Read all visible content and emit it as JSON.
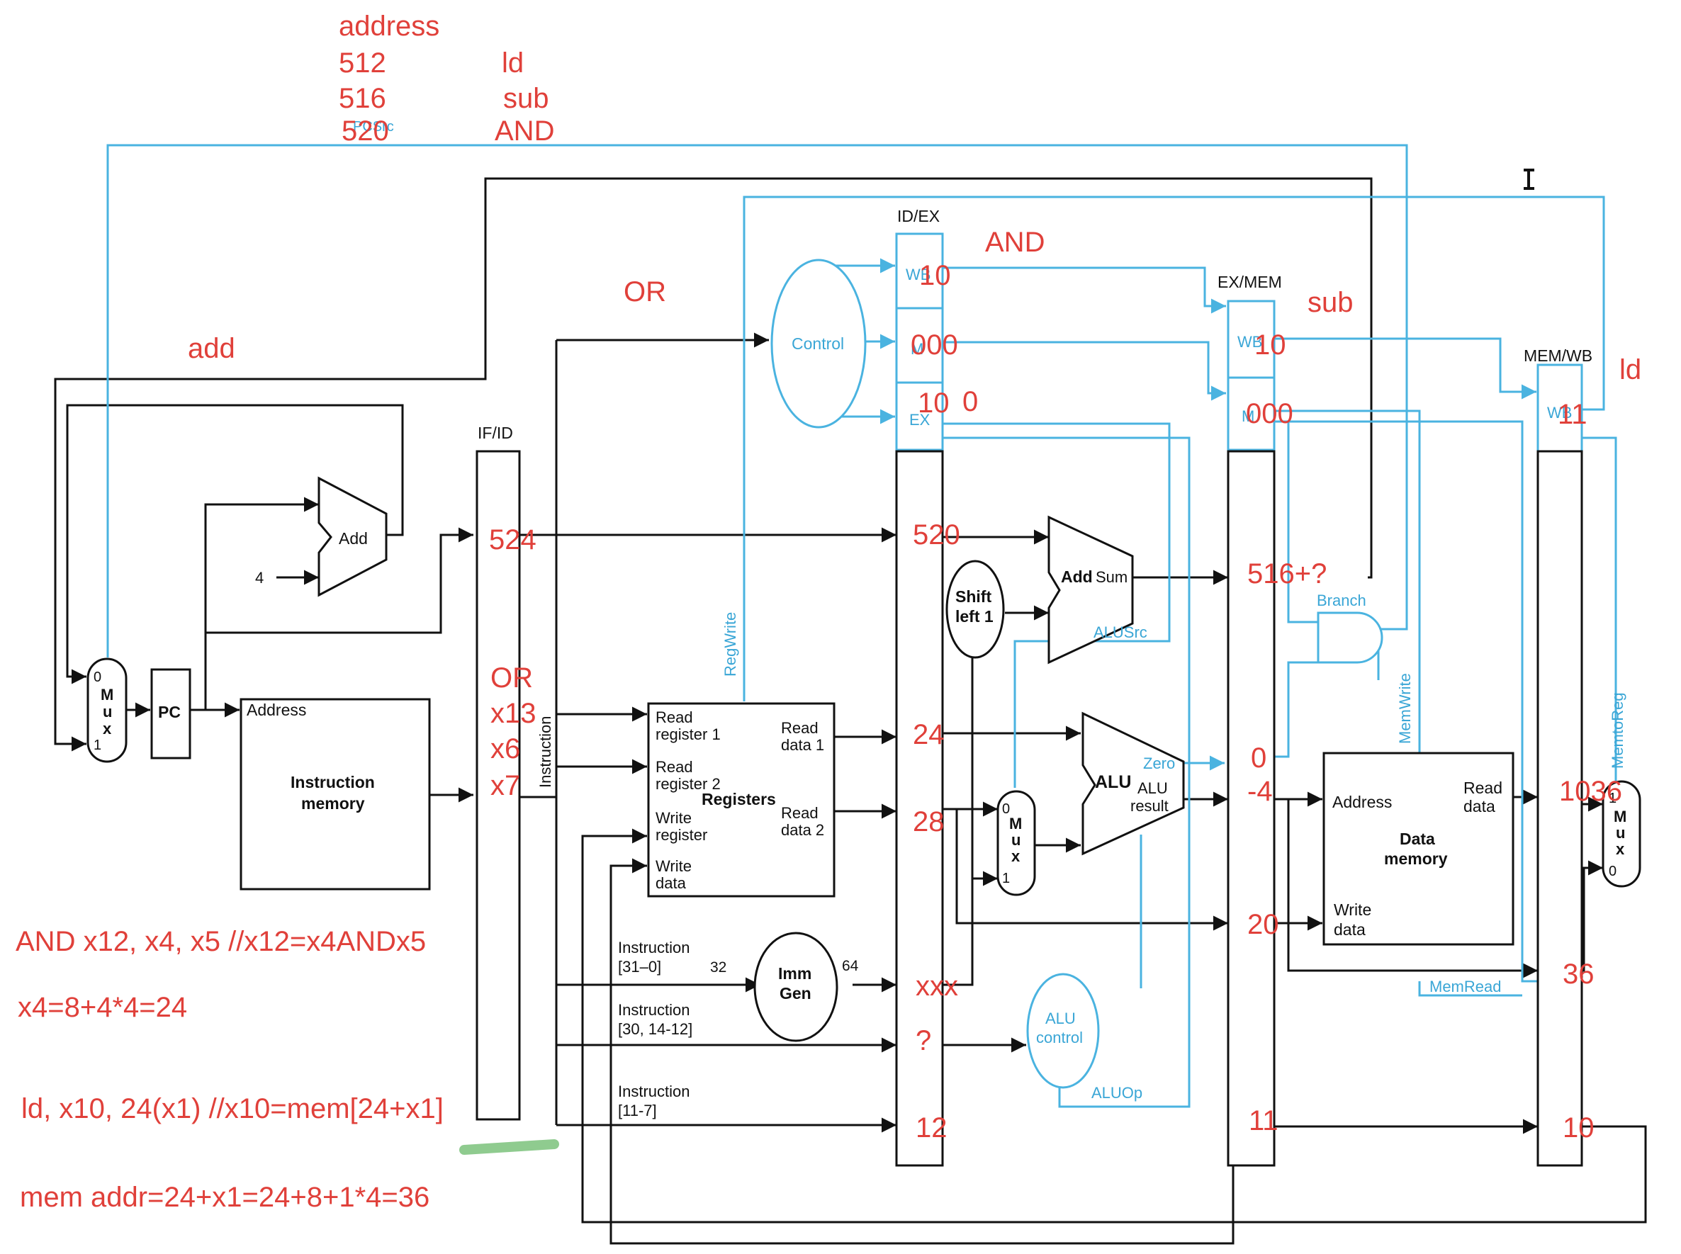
{
  "colors": {
    "wire": "#111111",
    "control": "#4ab3e0",
    "annotation": "#e0403a",
    "highlight": "#8fcb8f"
  },
  "icons": {
    "cursor": "text-cursor-icon"
  },
  "annotations": {
    "address_header": "address",
    "addr_512": "512",
    "addr_516": "516",
    "addr_520": "520",
    "instr_ld": "ld",
    "instr_sub": "sub",
    "instr_and": "AND",
    "stage_add": "add",
    "stage_or": "OR",
    "stage_and": "AND",
    "stage_sub": "sub",
    "stage_ld": "ld",
    "ifid_pc": "524",
    "ifid_or": "OR",
    "ifid_x13": "x13",
    "ifid_x6": "x6",
    "ifid_x7": "x7",
    "idex_wb": "10",
    "idex_m": "000",
    "idex_ex_a": "10",
    "idex_ex_b": "0",
    "idex_pc": "520",
    "idex_rd1": "24",
    "idex_rd2": "28",
    "idex_imm": "xxx",
    "idex_func": "?",
    "idex_rd": "12",
    "exmem_wb": "10",
    "exmem_m": "000",
    "exmem_sum": "516+?",
    "exmem_zero": "0",
    "exmem_result": "-4",
    "exmem_wd": "20",
    "exmem_rd": "11",
    "memwb_wb": "11",
    "memwb_read": "1036",
    "memwb_alu": "36",
    "memwb_rd": "10",
    "note_and": "AND x12, x4, x5 //x12=x4ANDx5",
    "note_x4": "x4=8+4*4=24",
    "note_ld": "ld, x10, 24(x1)  //x10=mem[24+x1]",
    "note_mem": "mem addr=24+x1=24+8+1*4=36"
  },
  "labels": {
    "pcsrc": "PCSrc",
    "if_id": "IF/ID",
    "id_ex": "ID/EX",
    "ex_mem": "EX/MEM",
    "mem_wb": "MEM/WB",
    "add": "Add",
    "four": "4",
    "pc": "PC",
    "mux_0": "0",
    "mux_1": "1",
    "mux_m": "M",
    "mux_u": "u",
    "mux_x": "x",
    "address": "Address",
    "instr_mem_1": "Instruction",
    "instr_mem_2": "memory",
    "instruction": "Instruction",
    "control": "Control",
    "wb": "WB",
    "m": "M",
    "ex": "EX",
    "regwrite": "RegWrite",
    "read_reg1_a": "Read",
    "read_reg1_b": "register 1",
    "read_reg2_a": "Read",
    "read_reg2_b": "register 2",
    "write_reg_a": "Write",
    "write_reg_b": "register",
    "write_data_a": "Write",
    "write_data_b": "data",
    "read_data1_a": "Read",
    "read_data1_b": "data 1",
    "read_data2_a": "Read",
    "read_data2_b": "data 2",
    "registers": "Registers",
    "shift_a": "Shift",
    "shift_b": "left 1",
    "add_sum_add": "Add",
    "add_sum_sum": "Sum",
    "alusrc": "ALUSrc",
    "alu": "ALU",
    "zero": "Zero",
    "alu_result_a": "ALU",
    "alu_result_b": "result",
    "alu_control_a": "ALU",
    "alu_control_b": "control",
    "aluop": "ALUOp",
    "instr_31_0_a": "Instruction",
    "instr_31_0_b": "[31–0]",
    "instr_30_a": "Instruction",
    "instr_30_b": "[30, 14-12]",
    "instr_11_a": "Instruction",
    "instr_11_b": "[11-7]",
    "imm_a": "Imm",
    "imm_b": "Gen",
    "bits_32": "32",
    "bits_64": "64",
    "branch": "Branch",
    "memwrite": "MemWrite",
    "memread": "MemRead",
    "memtoreg": "MemtoReg",
    "dm_address": "Address",
    "dm_read_a": "Read",
    "dm_read_b": "data",
    "dm_title_a": "Data",
    "dm_title_b": "memory",
    "dm_write_a": "Write",
    "dm_write_b": "data"
  }
}
